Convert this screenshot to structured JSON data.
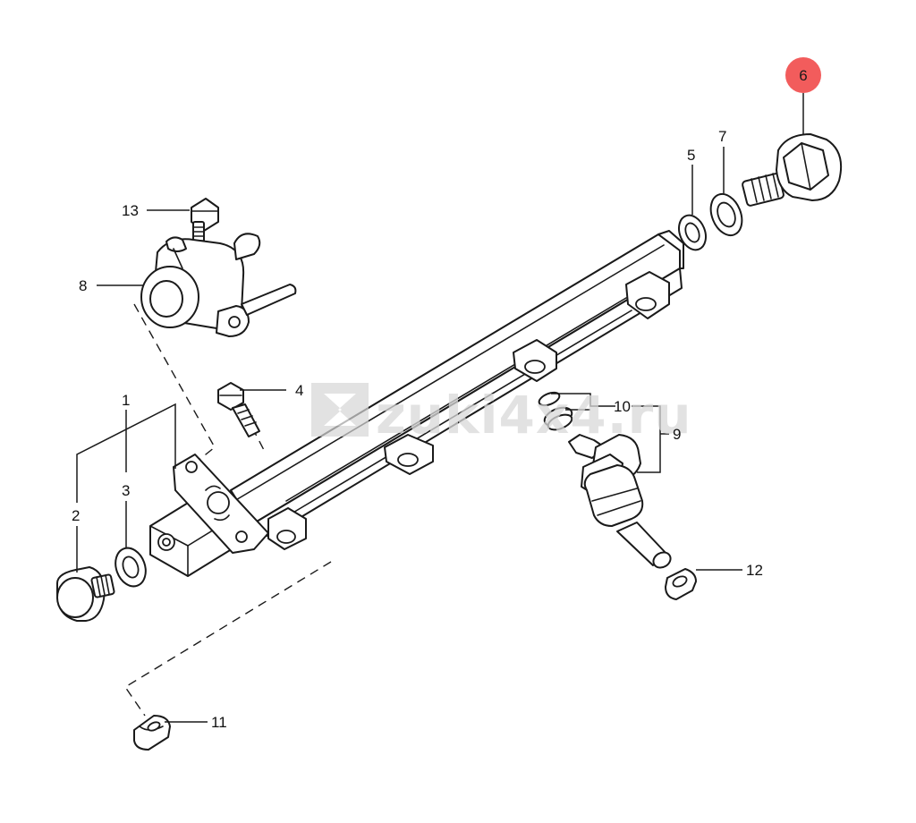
{
  "watermark": {
    "text": "zuki4x4.ru",
    "icon": "suzuki-logo-icon"
  },
  "highlight": {
    "label": "6",
    "color": "#f25c5c"
  },
  "callouts": {
    "p1": "1",
    "p2": "2",
    "p3": "3",
    "p4": "4",
    "p5": "5",
    "p7": "7",
    "p8": "8",
    "p9": "9",
    "p10": "10",
    "p11": "11",
    "p12": "12",
    "p13": "13"
  }
}
